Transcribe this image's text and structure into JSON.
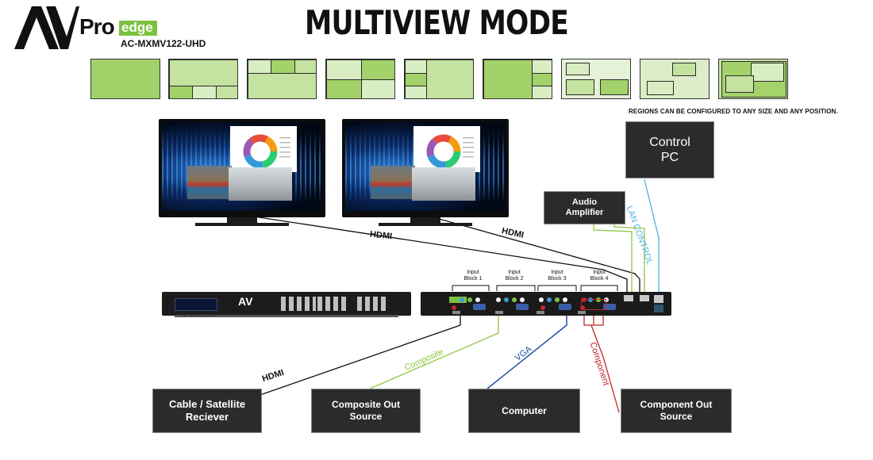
{
  "brand": {
    "logo_letters": "AV",
    "logo_pro": "Pro",
    "logo_edge": "edge",
    "model": "AC-MXMV122-UHD",
    "front_model": "AC-MXMV122-UHD",
    "green": "#7cc242"
  },
  "title": "MULTIVIEW MODE",
  "layouts_note": "REGIONS CAN BE CONFIGURED TO ANY SIZE AND ANY POSITION.",
  "devices": {
    "control_pc": "Control\nPC",
    "audio_amplifier": "Audio\nAmplifier",
    "cable_satellite": "Cable / Satellite\nReciever",
    "composite_source": "Composite Out\nSource",
    "computer": "Computer",
    "component_source": "Component Out\nSource"
  },
  "connections": {
    "hdmi_left": "HDMI",
    "hdmi_right": "HDMI",
    "lan": "LAN CONTROL",
    "hdmi_input": "HDMI",
    "composite": "Composite",
    "vga": "VGA",
    "component": "Component"
  },
  "input_blocks": [
    "Input\nBlock 1",
    "Input\nBlock 2",
    "Input\nBlock 3",
    "Input\nBlock 4"
  ],
  "cable_colors": {
    "hdmi": "#111111",
    "composite": "#8cc63f",
    "vga": "#1f4fa3",
    "component": "#c1272d",
    "lan": "#4fb3e8",
    "audio": "#8cc63f"
  }
}
